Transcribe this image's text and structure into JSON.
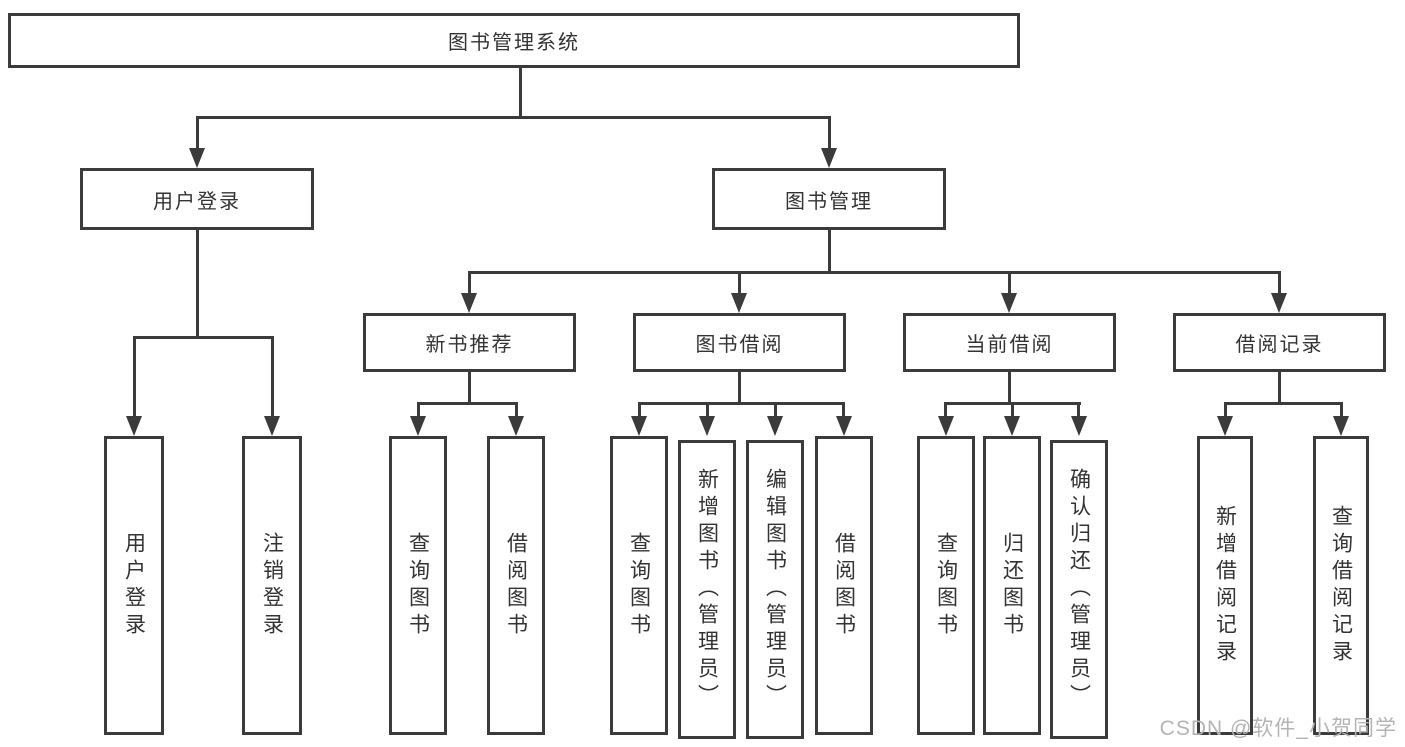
{
  "tree": {
    "root": "图书管理系统",
    "children": [
      {
        "label": "用户登录",
        "children": [
          "用户登录",
          "注销登录"
        ]
      },
      {
        "label": "图书管理",
        "children": [
          {
            "label": "新书推荐",
            "children": [
              "查询图书",
              "借阅图书"
            ]
          },
          {
            "label": "图书借阅",
            "children": [
              "查询图书",
              "新增图书（管理员）",
              "编辑图书（管理员）",
              "借阅图书"
            ]
          },
          {
            "label": "当前借阅",
            "children": [
              "查询图书",
              "归还图书",
              "确认归还（管理员）"
            ]
          },
          {
            "label": "借阅记录",
            "children": [
              "新增借阅记录",
              "查询借阅记录"
            ]
          }
        ]
      }
    ]
  },
  "watermark": "CSDN @软件_小贺同学",
  "colors": {
    "line": "#3b3b3b",
    "text": "#333333",
    "watermark": "#b4b4b4"
  }
}
